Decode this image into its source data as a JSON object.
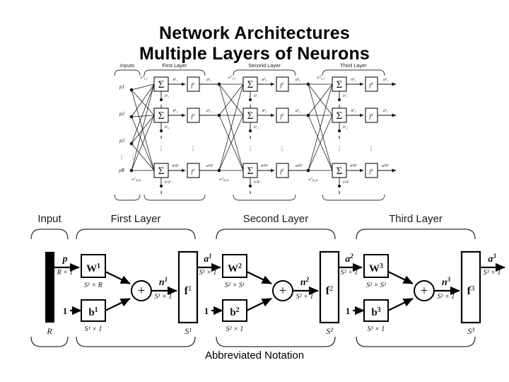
{
  "slide": {
    "title": "Network Architectures",
    "subtitle": "Multiple Layers of Neurons",
    "caption": "Abbreviated Notation",
    "background_color": "#ffffff",
    "ink_color": "#000000"
  },
  "detailed_diagram": {
    "section_labels": [
      "Inputs",
      "First Layer",
      "Second Layer",
      "Third Layer"
    ],
    "inputs": [
      "p",
      "p",
      "p",
      "p"
    ],
    "input_labels": [
      "p1",
      "p2",
      "p3",
      "pR"
    ],
    "input_vertical_dots": "⋮",
    "layers": [
      {
        "name": "First Layer",
        "weight_first": "w",
        "weight_first_sup": "1",
        "weight_first_sub": "1,1",
        "weight_last": "w",
        "weight_last_sup": "1",
        "weight_last_sub": "S¹,R",
        "sum_symbol": "Σ",
        "net_labels": [
          "n¹₁",
          "n¹₂",
          "n¹S¹"
        ],
        "bias_labels": [
          "b¹₁",
          "b¹₂",
          "b¹S¹"
        ],
        "bias_input": "1",
        "transfer": "f",
        "transfer_sup": "1",
        "out_labels": [
          "a¹₁",
          "a¹₂",
          "a¹S¹"
        ]
      },
      {
        "name": "Second Layer",
        "weight_first": "w",
        "weight_first_sup": "2",
        "weight_first_sub": "1,1",
        "weight_last": "w",
        "weight_last_sup": "2",
        "weight_last_sub": "S²,S¹",
        "sum_symbol": "Σ",
        "net_labels": [
          "n²₁",
          "n²₂",
          "n²S²"
        ],
        "bias_labels": [
          "b²₁",
          "b²₂",
          "b²S²"
        ],
        "bias_input": "1",
        "transfer": "f",
        "transfer_sup": "2",
        "out_labels": [
          "a²₁",
          "a²₂",
          "a²S²"
        ]
      },
      {
        "name": "Third Layer",
        "weight_first": "w",
        "weight_first_sup": "3",
        "weight_first_sub": "1,1",
        "weight_last": "w",
        "weight_last_sup": "3",
        "weight_last_sub": "S³,S²",
        "sum_symbol": "Σ",
        "net_labels": [
          "n³₁",
          "n³₂",
          "n³S³"
        ],
        "bias_labels": [
          "b³₁",
          "b³₂",
          "b³S³"
        ],
        "bias_input": "1",
        "transfer": "f",
        "transfer_sup": "3",
        "out_labels": [
          "a³₁",
          "a³₂",
          "a³S³"
        ]
      }
    ],
    "row_dots": "⋮"
  },
  "abbreviated_diagram": {
    "section_labels": [
      "Input",
      "First Layer",
      "Second Layer",
      "Third Layer"
    ],
    "input_block": {
      "vector": "p",
      "dim": "R × 1",
      "size": "R",
      "bar_color": "#000000"
    },
    "layers": [
      {
        "name": "First Layer",
        "weight": "W",
        "weight_sup": "1",
        "weight_dim": "S¹ × R",
        "bias": "b",
        "bias_sup": "1",
        "bias_dim": "S¹ × 1",
        "bias_input": "1",
        "sum_symbol": "+",
        "net": "n",
        "net_sup": "1",
        "net_dim": "S¹ × 1",
        "transfer": "f",
        "transfer_sup": "1",
        "size": "S¹",
        "out": "a",
        "out_sup": "1",
        "out_dim": "S¹ × 1"
      },
      {
        "name": "Second Layer",
        "weight": "W",
        "weight_sup": "2",
        "weight_dim": "S² × S¹",
        "bias": "b",
        "bias_sup": "2",
        "bias_dim": "S² × 1",
        "bias_input": "1",
        "sum_symbol": "+",
        "net": "n",
        "net_sup": "2",
        "net_dim": "S² × 1",
        "transfer": "f",
        "transfer_sup": "2",
        "size": "S²",
        "out": "a",
        "out_sup": "2",
        "out_dim": "S² × 1"
      },
      {
        "name": "Third Layer",
        "weight": "W",
        "weight_sup": "3",
        "weight_dim": "S³ × S²",
        "bias": "b",
        "bias_sup": "3",
        "bias_dim": "S³ × 1",
        "bias_input": "1",
        "sum_symbol": "+",
        "net": "n",
        "net_sup": "3",
        "net_dim": "S³ × 1",
        "transfer": "f",
        "transfer_sup": "3",
        "size": "S³",
        "out": "a",
        "out_sup": "3",
        "out_dim": "S³ × 1"
      }
    ]
  }
}
